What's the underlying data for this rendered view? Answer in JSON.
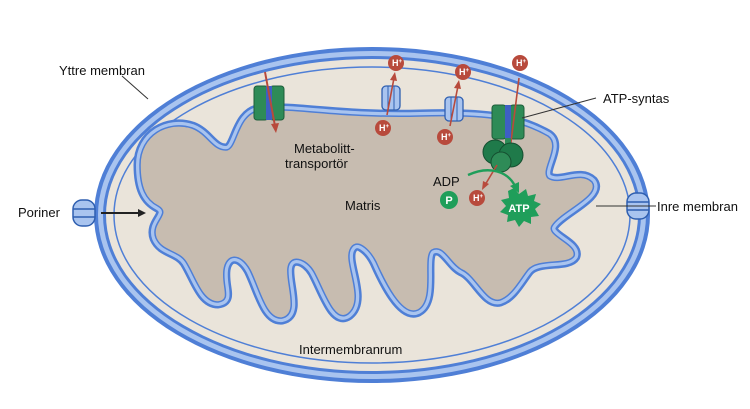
{
  "labels": {
    "outer_membrane": "Yttre membran",
    "atp_synthase": "ATP-syntas",
    "porins": "Poriner",
    "inner_membrane": "Inre membran",
    "metabolite_line1": "Metabolitt-",
    "metabolite_line2": "transportör",
    "matrix": "Matris",
    "intermembrane_space": "Intermembranrum",
    "adp": "ADP",
    "phosphate": "P",
    "atp": "ATP",
    "proton": "H",
    "proton_charge": "+"
  },
  "colors": {
    "membrane_blue": "#4f7fd6",
    "membrane_fill": "#a9c4ef",
    "outer_fill": "#eae4da",
    "matrix_fill": "#c7bcb0",
    "transporter_green": "#2e8b57",
    "proton_red": "#b84a3c",
    "atp_green": "#1f9e5a"
  }
}
